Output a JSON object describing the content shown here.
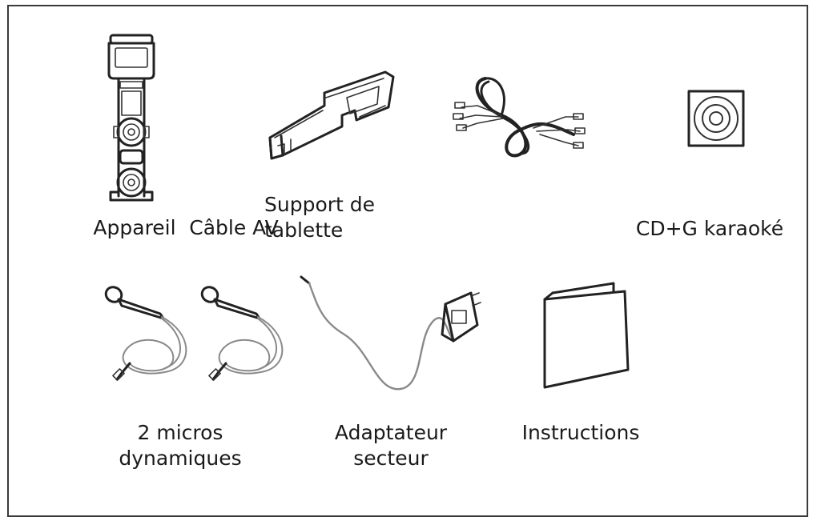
{
  "items": [
    {
      "key": "appareil",
      "label": "Appareil",
      "icon": "karaoke-machine-icon"
    },
    {
      "key": "cable_av",
      "label": "Câble AV",
      "icon": "av-cable-icon"
    },
    {
      "key": "support",
      "label": "Support de\ntablette",
      "icon": "tablet-holder-icon"
    },
    {
      "key": "cdg",
      "label": "CD+G karaoké",
      "icon": "cd-icon"
    },
    {
      "key": "micros",
      "label": "2 micros\ndynamiques",
      "icon": "microphone-icon"
    },
    {
      "key": "adaptateur",
      "label": "Adaptateur\nsecteur",
      "icon": "power-adapter-icon"
    },
    {
      "key": "instructions",
      "label": "Instructions",
      "icon": "manual-booklet-icon"
    }
  ]
}
